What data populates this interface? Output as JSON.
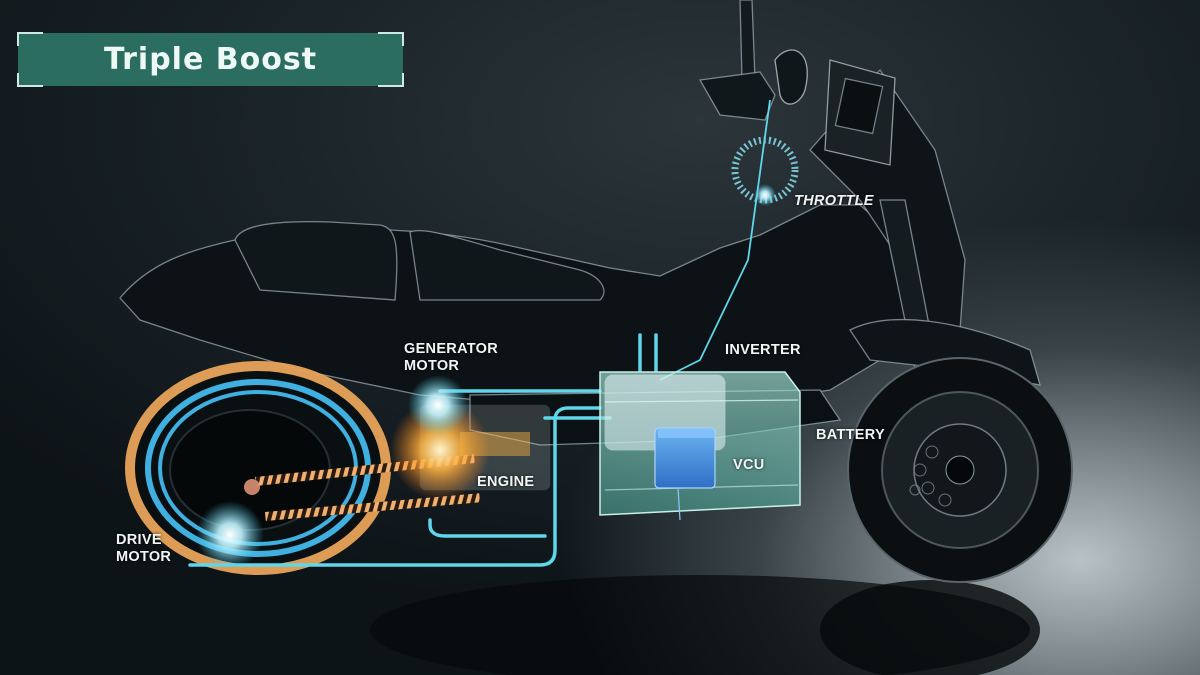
{
  "title": {
    "text": "Triple Boost",
    "banner_color": "#2b6e61"
  },
  "diagram": {
    "subject": "hybrid scooter powertrain cutaway",
    "colors": {
      "background": "#0d1418",
      "energy_line": "#5fd6ea",
      "ring_outer": "#e8a45a",
      "ring_inner": "#3fb0e0",
      "battery_box": "#7fd3c6",
      "vcu_box": "#3b82d6",
      "engine_glow": "#ffb340"
    },
    "labels": {
      "throttle": "THROTTLE",
      "generator_motor_line1": "GENERATOR",
      "generator_motor_line2": "MOTOR",
      "inverter": "INVERTER",
      "battery": "BATTERY",
      "vcu": "VCU",
      "engine": "ENGINE",
      "drive_motor_line1": "DRIVE",
      "drive_motor_line2": "MOTOR"
    }
  }
}
